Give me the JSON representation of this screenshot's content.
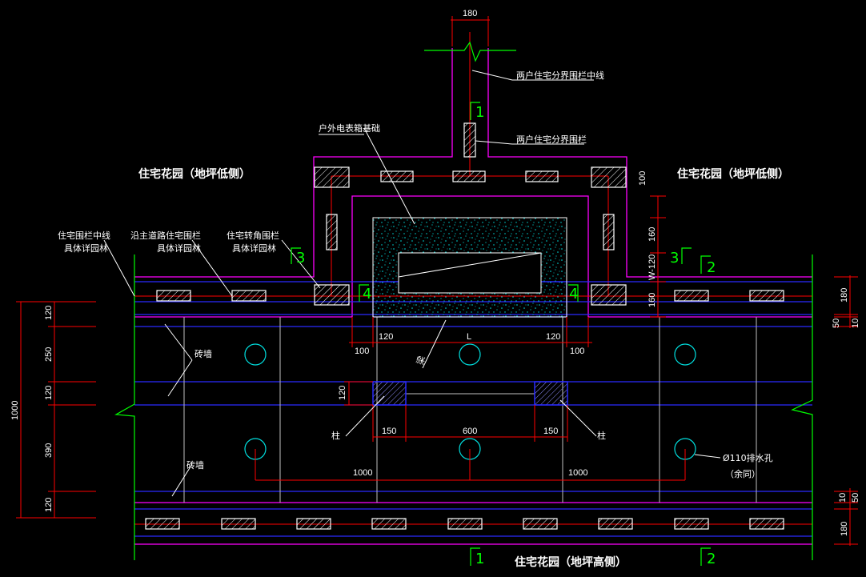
{
  "labels": {
    "divider_centerline": "两户住宅分界围栏中线",
    "divider_fence": "两户住宅分界围栏",
    "meter_box_foundation": "户外电表箱基础",
    "garden_left": "住宅花园（地坪低侧）",
    "garden_right": "住宅花园（地坪低侧）",
    "garden_bottom": "住宅花园（地坪高侧）",
    "fence_centerline_l1": "住宅围栏中线",
    "fence_centerline_l2": "具体详园林",
    "main_road_fence_l1": "沿主道路住宅围栏",
    "main_road_fence_l2": "具体详园林",
    "corner_fence_l1": "住宅转角围栏",
    "corner_fence_l2": "具体详园林",
    "brick_wall_1": "砖墙",
    "brick_wall_2": "砖墙",
    "beam": "梁",
    "column_left": "柱",
    "column_right": "柱",
    "drain_hole_l1": "Ø110排水孔",
    "drain_hole_l2": "（余同）"
  },
  "section_marks": {
    "s1_top": "1",
    "s1_bottom": "1",
    "s2_right": "2",
    "s2_bottom": "2",
    "s3_left": "3",
    "s3_right": "3",
    "s4_left": "4",
    "s4_right": "4"
  },
  "dims": {
    "top_180": "180",
    "d100_right_top": "100",
    "d160_a": "160",
    "w120": "W-120",
    "d160_b": "160",
    "d180_right": "180",
    "d50_right": "50",
    "d10_right": "10",
    "d50_right_b": "50",
    "d10_right_b": "10",
    "d180_right_b": "180",
    "left_total": "1000",
    "left_120a": "120",
    "left_250": "250",
    "left_120b": "120",
    "left_390": "390",
    "left_120c": "120",
    "d100_left": "100",
    "d120_left": "120",
    "d_L": "L",
    "d120_right": "120",
    "d100_right": "100",
    "col_120": "120",
    "col_150_l": "150",
    "col_600": "600",
    "col_150_r": "150",
    "span_1000_l": "1000",
    "span_1000_r": "1000"
  }
}
